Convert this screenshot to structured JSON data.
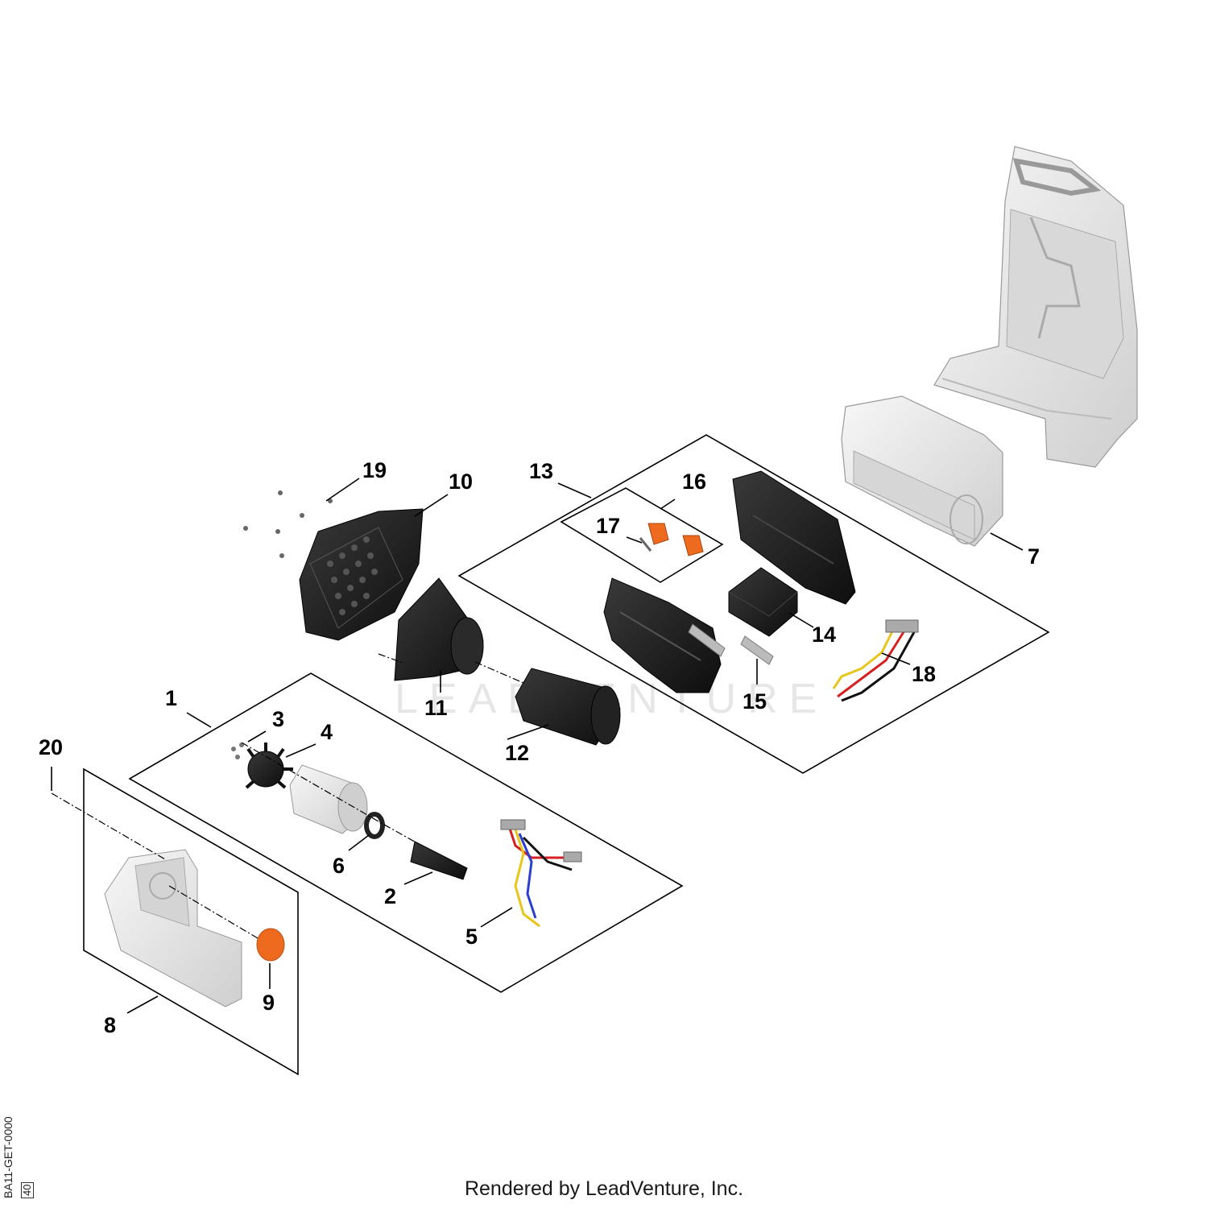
{
  "callouts": [
    "1",
    "2",
    "3",
    "4",
    "5",
    "6",
    "7",
    "8",
    "9",
    "10",
    "11",
    "12",
    "13",
    "14",
    "15",
    "16",
    "17",
    "18",
    "19",
    "20"
  ],
  "watermark": "LEADVENTURE",
  "footer": "Rendered by LeadVenture, Inc.",
  "drawing_code": "BA11-GET-0000",
  "page_number": "40",
  "colors": {
    "part_dark": "#1c1c1c",
    "part_light": "#e2e2e2",
    "accent_orange": "#ee6a1e",
    "wire_yellow": "#e8c51a",
    "wire_red": "#d42020",
    "wire_blue": "#2a3fcf"
  }
}
